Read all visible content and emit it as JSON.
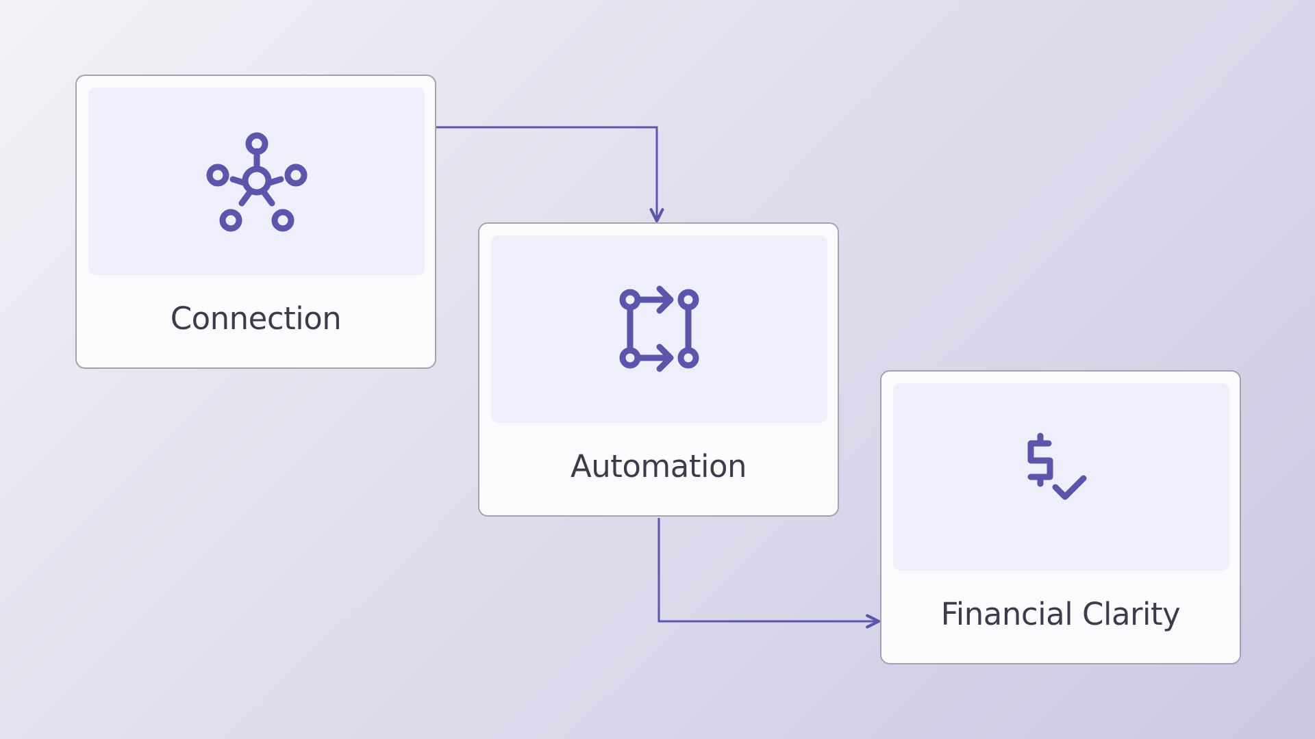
{
  "accent_color": "#5b55ab",
  "steps": [
    {
      "label": "Connection",
      "icon": "network-hub-icon"
    },
    {
      "label": "Automation",
      "icon": "automation-flow-icon"
    },
    {
      "label": "Financial Clarity",
      "icon": "dollar-check-icon"
    }
  ]
}
